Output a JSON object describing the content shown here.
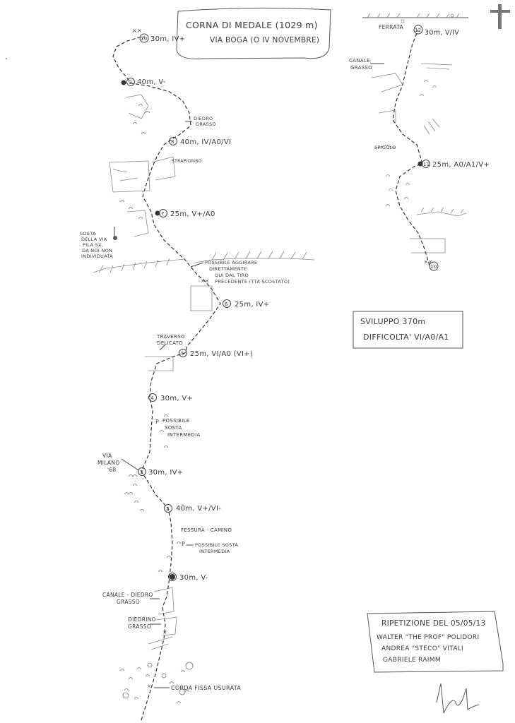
{
  "title": {
    "line1": "CORNA DI MEDALE (1029 m)",
    "line2": "VIA BOGA (O IV NOVEMBRE)"
  },
  "summary": {
    "line1": "SVILUPPO 370m",
    "line2": "DIFFICOLTA' VI/A0/A1"
  },
  "repetition": {
    "line1": "RIPETIZIONE DEL 05/05/13",
    "line2": "WALTER \"THE PROF\" POLIDORI",
    "line3": "ANDREA \"STECO\" VITALI",
    "line4": "GABRIELE RAIMM"
  },
  "belays": [
    {
      "n": "1",
      "label": "30m, V-"
    },
    {
      "n": "2",
      "label": "40m, V+/VI-"
    },
    {
      "n": "3",
      "label": "30m, IV+"
    },
    {
      "n": "4",
      "label": "30m, V+"
    },
    {
      "n": "5",
      "label": "25m, VI/A0 (VI+)"
    },
    {
      "n": "6",
      "label": "25m, IV+"
    },
    {
      "n": "7",
      "label": "25m, V+/A0"
    },
    {
      "n": "8",
      "label": "40m, IV/A0/VI"
    },
    {
      "n": "9",
      "label": "40m, V-"
    },
    {
      "n": "10",
      "label": "30m, IV+"
    },
    {
      "n": "11",
      "label": "25m, A0/A1/V+"
    },
    {
      "n": "12",
      "label": "30m, V/IV"
    },
    {
      "n": "10",
      "label": ""
    }
  ],
  "notes": {
    "corda_fissa": "CORDA FISSA USURATA",
    "diedro_grasso_low": "DIEDRINO GRASSO",
    "canale_diedro": "CANALE - DIEDRO GRASSO",
    "fessura_camino": "FESSURA - CAMINO",
    "possibile_sosta_1": "POSSIBILE SOSTA INTERMEDIA",
    "via_milano": "VIA MILANO '68",
    "possibile_sosta_2": "POSSIBILE SOSTA INTERMEDIA",
    "traverso": "TRAVERSO DELICATO",
    "possibile_aggirare": "POSSIBILE AGGIRARE DIRETTAMENTE QUI DAL TIRO PRECEDENTE (TTA SCOSTATO)",
    "sosta_pila": "SOSTA DELLA VIA PILA SX, DA NOI NON INDIVIDUATA",
    "strapiombo": "STRAPIOMBO",
    "diedro_grasso_top": "DIEDRO GRASSO",
    "ferrata": "FERRATA",
    "canale_grasso": "CANALE GRASSO",
    "spigolo": "SPIGOLO"
  },
  "signature": "Walter"
}
